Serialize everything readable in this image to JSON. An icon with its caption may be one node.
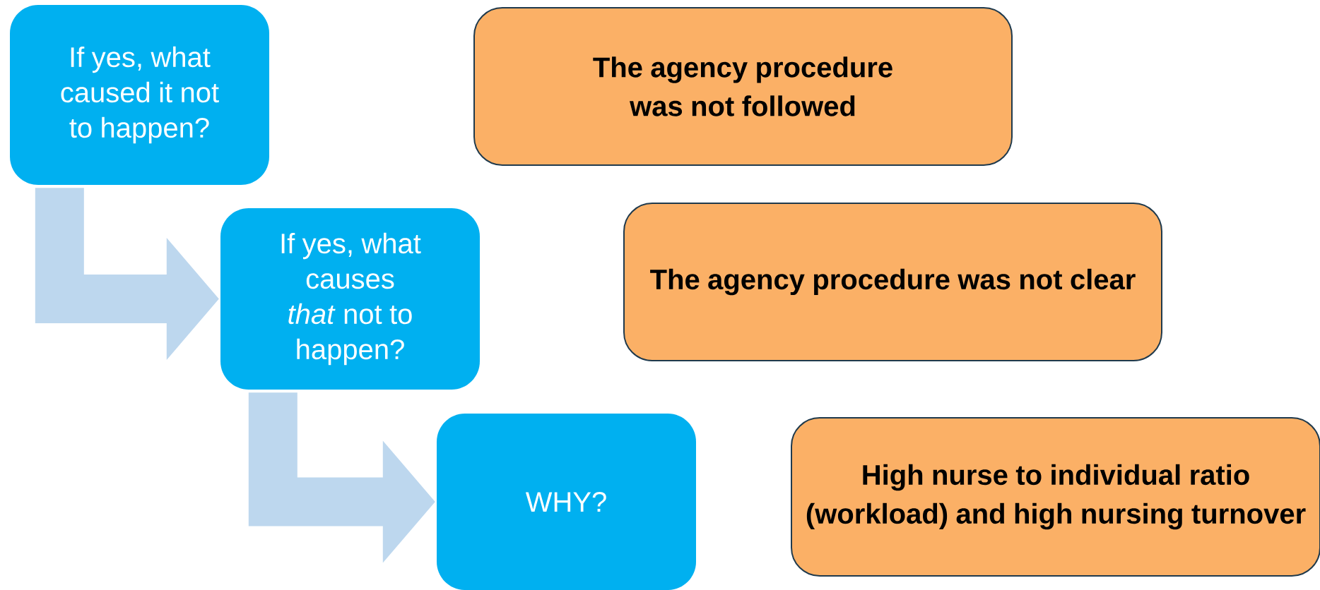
{
  "diagram": {
    "nodes": [
      {
        "text": [
          "If yes, what caused it not to happen?"
        ]
      },
      {
        "text": [
          "If yes, what causes *that* not to happen?"
        ]
      },
      {
        "text": [
          "WHY?"
        ]
      },
      {
        "text": [
          "The agency procedure was not followed"
        ]
      },
      {
        "text": [
          "The agency procedure was not clear"
        ]
      },
      {
        "text": [
          "High nurse to individual ratio (workload) and high nursing turnover"
        ]
      }
    ],
    "edges": [
      {
        "from": 0,
        "to": 1,
        "arrow": "to"
      },
      {
        "from": 1,
        "to": 2,
        "arrow": "to"
      }
    ]
  }
}
